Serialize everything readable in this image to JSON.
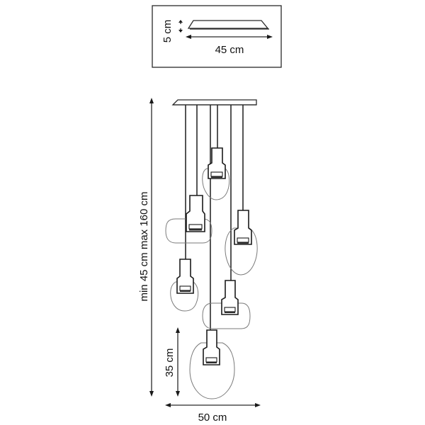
{
  "canopy_detail": {
    "height_label": "5 cm",
    "width_label": "45 cm"
  },
  "main_view": {
    "length_label": "min 45 cm max 160 cm",
    "shade_height_label": "35 cm",
    "diameter_label": "50 cm"
  },
  "colors": {
    "line": "#2a2a2a",
    "glass": "#7a7a7a"
  },
  "pendant_count": 6
}
